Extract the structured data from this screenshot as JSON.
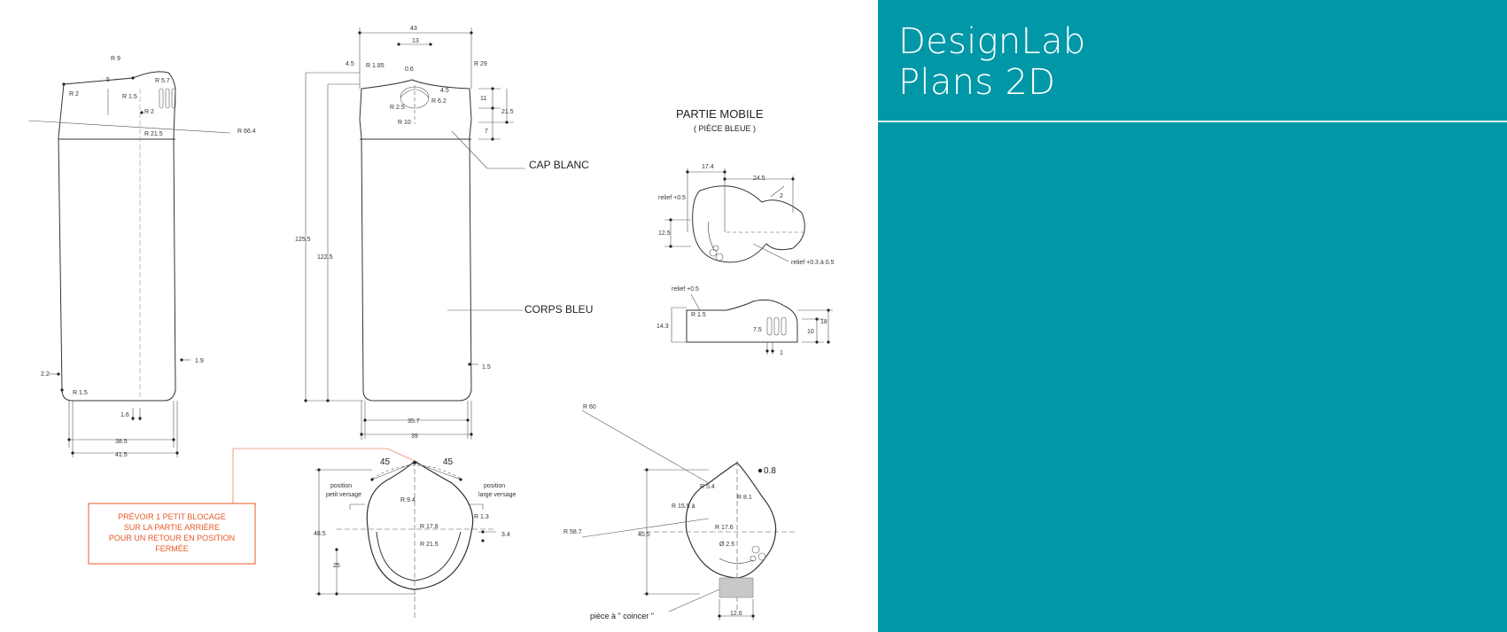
{
  "panel": {
    "title": "DesignLab",
    "subtitle": "Plans 2D",
    "accent": "#0097a7"
  },
  "drawing": {
    "labels": {
      "cap": "CAP BLANC",
      "body": "CORPS BLEU",
      "mobile_title": "PARTIE MOBILE",
      "mobile_sub": "( PIÈCE BLEUE )",
      "pos_small": [
        "position",
        "petit versage"
      ],
      "pos_large": [
        "position",
        "large versage"
      ],
      "wedge": "pièce à \" coincer \""
    },
    "note_lines": [
      "PRÉVOIR 1 PETIT BLOCAGE",
      "SUR LA PARTIE ARRIÈRE",
      "POUR UN RETOUR EN POSITION",
      "FERMÉE"
    ],
    "side": {
      "r9": "R 9",
      "d5": "5",
      "r57": "R 5.7",
      "r2a": "R 2",
      "r15": "R 1.5",
      "r2b": "R 2",
      "r215": "R 21.5",
      "r664": "R 66.4",
      "d22": "2.2",
      "r15b": "R 1.5",
      "d19": "1.9",
      "d16": "1.6",
      "d385": "38.5",
      "d415": "41.5"
    },
    "front": {
      "d43": "43",
      "d13": "13",
      "d45": "4.5",
      "r185": "R 1.85",
      "d06": "0.6",
      "r29": "R 29",
      "d45b": "4.5",
      "r25": "R 2.5",
      "r62": "R 6.2",
      "d11": "11",
      "d215": "21.5",
      "r10": "R 10",
      "d7": "7",
      "d1255": "125.5",
      "d1225": "122.5",
      "d15": "1.5",
      "d357": "35.7",
      "d39": "39"
    },
    "mobile": {
      "d174": "17.4",
      "d245": "24.5",
      "relief05": "relief +0.5",
      "d2": "2",
      "d125": "12.5",
      "relief0305": "relief +0.3 à 0.5",
      "relief05b": "relief +0.5",
      "r15": "R 1.5",
      "d143": "14.3",
      "d75": "7.5",
      "d18": "18",
      "d10": "10",
      "d1": "1"
    },
    "top": {
      "a45l": "45",
      "a45r": "45",
      "r94": "R 9.4",
      "r13": "R 1.3",
      "d485": "48.5",
      "r178": "R 17.8",
      "d34": "3.4",
      "r215": "R 21.5",
      "d25": "25"
    },
    "top2": {
      "r60": "R 60",
      "d08": "0.8",
      "r54": "R 5.4",
      "r155": "R 15.5 à",
      "r81": "R 8.1",
      "r587": "R 58.7",
      "d405": "40.5",
      "r176": "R 17.6",
      "d25": "Ø 2.5",
      "d126": "12.6"
    }
  }
}
